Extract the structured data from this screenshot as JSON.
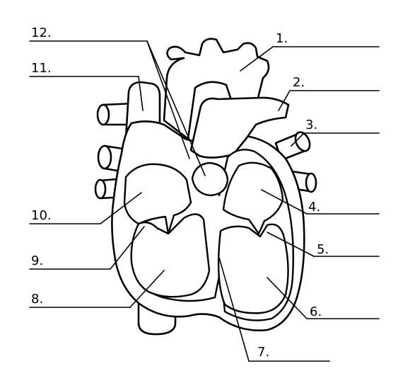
{
  "colors": {
    "line": "#000000",
    "background": "#ffffff"
  },
  "labels": [
    {
      "id": "label-1",
      "text": "1."
    },
    {
      "id": "label-2",
      "text": "2."
    },
    {
      "id": "label-3",
      "text": "3."
    },
    {
      "id": "label-4",
      "text": "4."
    },
    {
      "id": "label-5",
      "text": "5."
    },
    {
      "id": "label-6",
      "text": "6."
    },
    {
      "id": "label-7",
      "text": "7."
    },
    {
      "id": "label-8",
      "text": "8."
    },
    {
      "id": "label-9",
      "text": "9."
    },
    {
      "id": "label-10",
      "text": "10."
    },
    {
      "id": "label-11",
      "text": "11."
    },
    {
      "id": "label-12",
      "text": "12."
    }
  ]
}
